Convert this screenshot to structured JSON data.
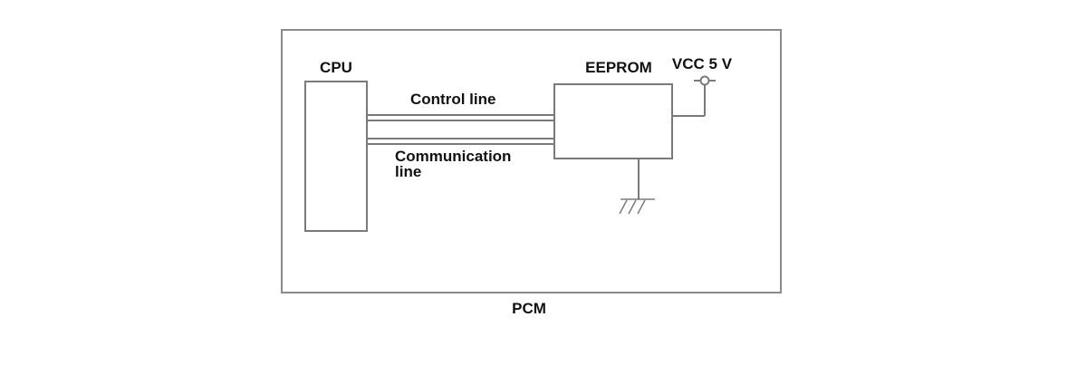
{
  "diagram": {
    "board_label": "PCM",
    "cpu_label": "CPU",
    "eeprom_label": "EEPROM",
    "vcc_label": "VCC 5 V",
    "control_line_label": "Control line",
    "communication_line_label": [
      "Communication",
      "line"
    ]
  },
  "colors": {
    "line": "#7a7a7a",
    "text": "#111111",
    "background": "#ffffff"
  }
}
